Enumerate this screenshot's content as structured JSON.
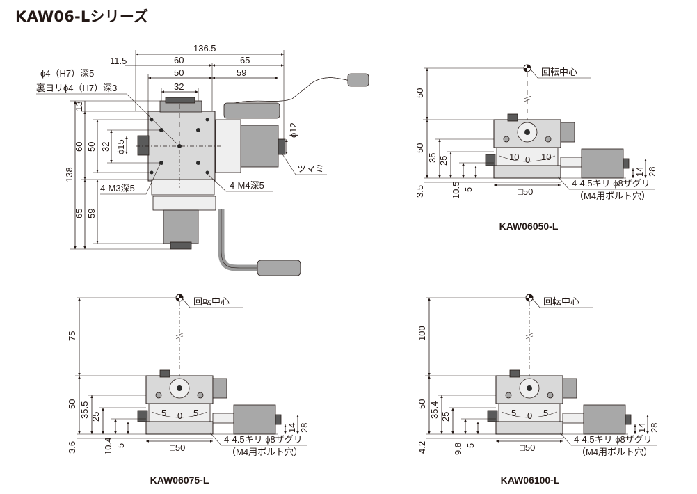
{
  "title": "KAW06-Lシリーズ",
  "top_view": {
    "dims": {
      "overall_w": "136.5",
      "offset_l": "11.5",
      "w60": "60",
      "w65": "65",
      "w50": "50",
      "w59": "59",
      "w32": "32",
      "h13": "13",
      "h60": "60",
      "h50": "50",
      "h32": "32",
      "h138": "138",
      "h65": "65",
      "h59": "59",
      "phi15": "ϕ15",
      "phi12": "ϕ12"
    },
    "notes": {
      "hole1": "ϕ4（H7）深5",
      "hole2": "裏ヨリϕ4（H7）深3",
      "m3": "4-M3深5",
      "m4": "4-M4深5",
      "knob": "ツマミ"
    }
  },
  "views": [
    {
      "caption": "KAW06050-L",
      "center": "回転中心",
      "dims": {
        "top": "50",
        "h50": "50",
        "h35": "35",
        "h25": "25",
        "h105": "10.5",
        "h5": "5",
        "h35b": "3.5",
        "h14": "14",
        "h28": "28",
        "sq50": "□50"
      },
      "note1": "4-4.5キリ ϕ8ザグリ",
      "note2": "（M4用ボルト穴）",
      "scale": [
        "10",
        "0",
        "10"
      ]
    },
    {
      "caption": "KAW06075-L",
      "center": "回転中心",
      "dims": {
        "top": "75",
        "h50": "50",
        "h35": "35.5",
        "h25": "25",
        "h105": "10.4",
        "h5": "5",
        "h35b": "3.6",
        "h14": "14",
        "h28": "28",
        "sq50": "□50"
      },
      "note1": "4-4.5キリ ϕ8ザグリ",
      "note2": "（M4用ボルト穴）",
      "scale": [
        "5",
        "0",
        "5"
      ]
    },
    {
      "caption": "KAW06100-L",
      "center": "回転中心",
      "dims": {
        "top": "100",
        "h50": "50",
        "h35": "35.4",
        "h25": "25",
        "h105": "9.8",
        "h5": "5",
        "h35b": "4.2",
        "h14": "14",
        "h28": "28",
        "sq50": "□50"
      },
      "note1": "4-4.5キリ ϕ8ザグリ",
      "note2": "（M4用ボルト穴）",
      "scale": [
        "5",
        "0",
        "5"
      ]
    }
  ]
}
